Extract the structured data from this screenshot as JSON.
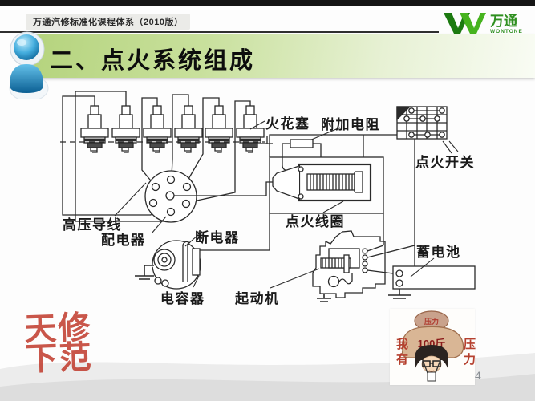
{
  "slide": {
    "course_label": "万通汽修标准化课程体系（2010版）",
    "page_number": "4",
    "accent_green": "#b4d37c",
    "topbar_color": "#151515"
  },
  "logo": {
    "brand_cn": "万通",
    "brand_en": "WONTONE",
    "logo_green_dark": "#1c7a10",
    "logo_green_light": "#46b31e"
  },
  "title": {
    "text": "二、点火系统组成"
  },
  "diagram": {
    "line_color": "#2a2a2a",
    "labels": {
      "spark_plug": "火花塞",
      "additional_resistor": "附加电阻",
      "ignition_switch": "点火开关",
      "hv_wire": "高压导线",
      "distributor": "配电器",
      "breaker": "断电器",
      "ignition_coil": "点火线圈",
      "capacitor": "电容器",
      "starter": "起动机",
      "battery": "蓄电池"
    }
  },
  "watermark": {
    "chars": [
      "天",
      "修",
      "下",
      "范"
    ],
    "seal_red": "#c0392b"
  },
  "meme": {
    "rock_top": "压力",
    "rock_main": "100斤",
    "left_text": "我有",
    "right_text": "压力"
  }
}
